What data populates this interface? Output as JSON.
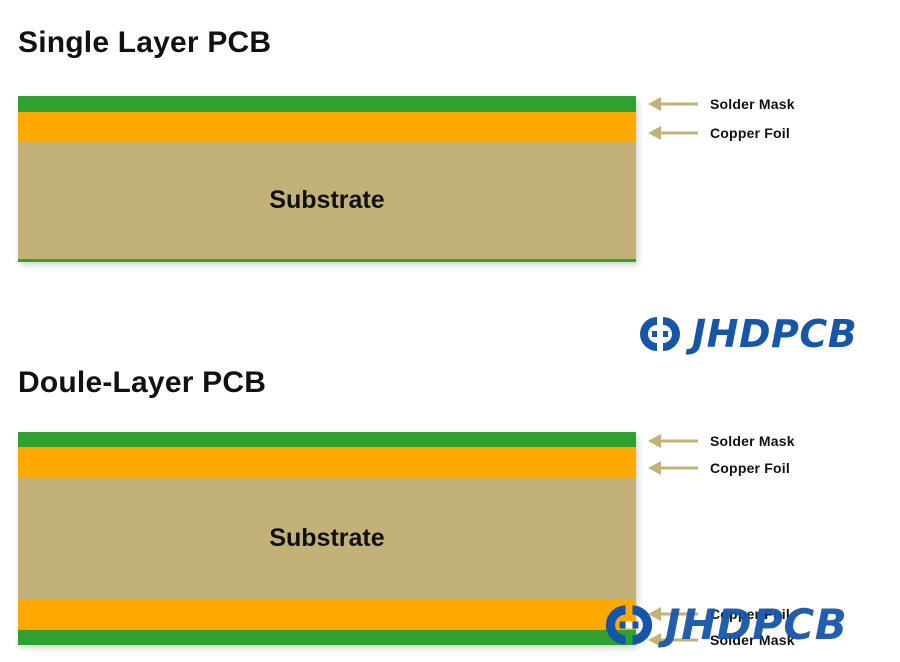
{
  "single": {
    "title": "Single Layer PCB",
    "substrate_label": "Substrate",
    "callouts": [
      "Solder Mask",
      "Copper Foil"
    ]
  },
  "double": {
    "title": "Doule-Layer PCB",
    "substrate_label": "Substrate",
    "callouts": [
      "Solder Mask",
      "Copper Foil",
      "Copper Foil",
      "Solder Mask"
    ]
  },
  "watermark": {
    "text": "JHDPCB"
  },
  "colors": {
    "solder_mask": "#2ea12e",
    "copper_foil": "#ffa800",
    "substrate": "#c2b178",
    "arrow": "#c2b178",
    "logo": "#1656a8"
  }
}
